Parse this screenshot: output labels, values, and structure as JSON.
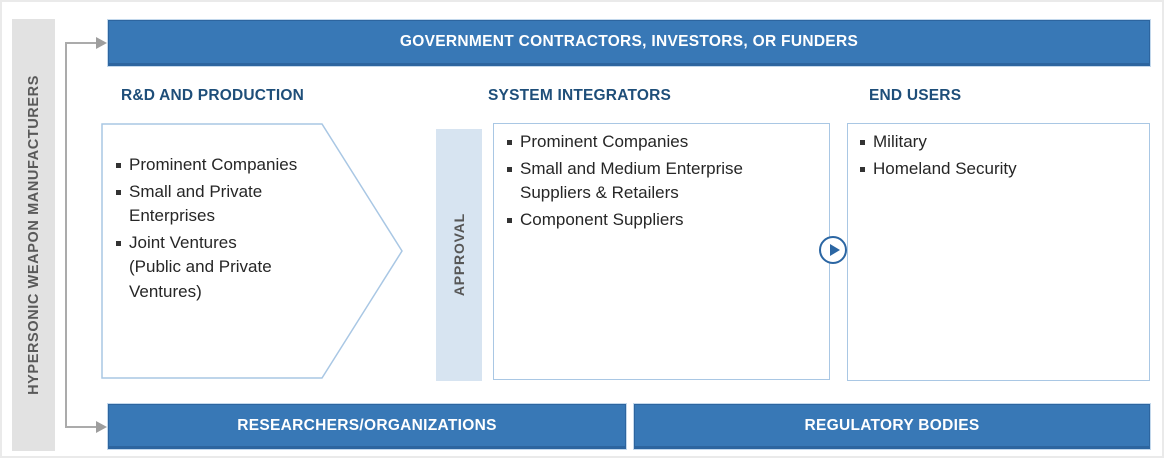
{
  "sidebar": {
    "label": "HYPERSONIC WEAPON MANUFACTURERS"
  },
  "top_banner": {
    "label": "GOVERNMENT CONTRACTORS, INVESTORS, OR FUNDERS"
  },
  "flow": {
    "rd": {
      "heading": "R&D AND PRODUCTION",
      "items": [
        "Prominent Companies",
        "Small and Private\nEnterprises",
        "Joint Ventures\n(Public and Private\nVentures)"
      ]
    },
    "approval": {
      "label": "APPROVAL"
    },
    "system_integrators": {
      "heading": "SYSTEM INTEGRATORS",
      "items": [
        "Prominent Companies",
        "Small and Medium Enterprise\nSuppliers & Retailers",
        "Component Suppliers"
      ]
    },
    "end_users": {
      "heading": "END USERS",
      "items": [
        "Military",
        "Homeland Security"
      ]
    }
  },
  "bottom_banners": {
    "left": "RESEARCHERS/ORGANIZATIONS",
    "right": "REGULATORY BODIES"
  },
  "icons": {
    "play": "play-icon",
    "connector_arrows": "arrow-right-icon"
  },
  "colors": {
    "banner_blue": "#3878b6",
    "banner_border": "#2d659f",
    "heading_navy": "#1e4e79",
    "box_border": "#a9c7e4",
    "approval_fill": "#d7e4f1",
    "sidebar_gray": "#e2e2e2",
    "sidebar_text": "#595959",
    "connector_gray": "#a6a6a6",
    "play_blue": "#2b66a3"
  }
}
